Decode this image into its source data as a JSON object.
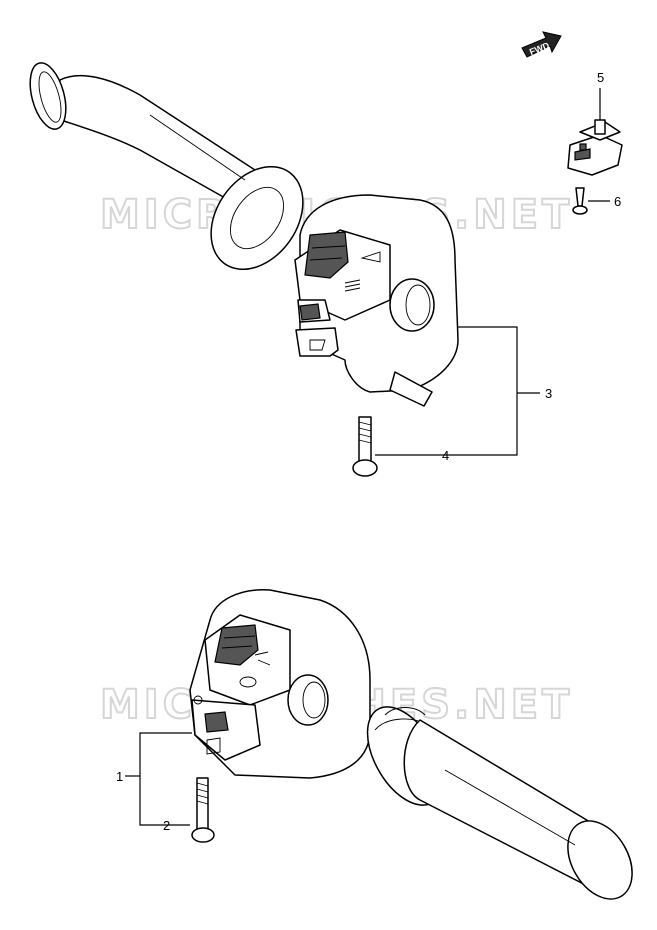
{
  "watermark": "MICROFICHES.NET",
  "fwd_label": "FWD",
  "callouts": [
    {
      "id": "1",
      "label": "1"
    },
    {
      "id": "2",
      "label": "2"
    },
    {
      "id": "3",
      "label": "3"
    },
    {
      "id": "4",
      "label": "4"
    },
    {
      "id": "5",
      "label": "5"
    },
    {
      "id": "6",
      "label": "6"
    }
  ]
}
